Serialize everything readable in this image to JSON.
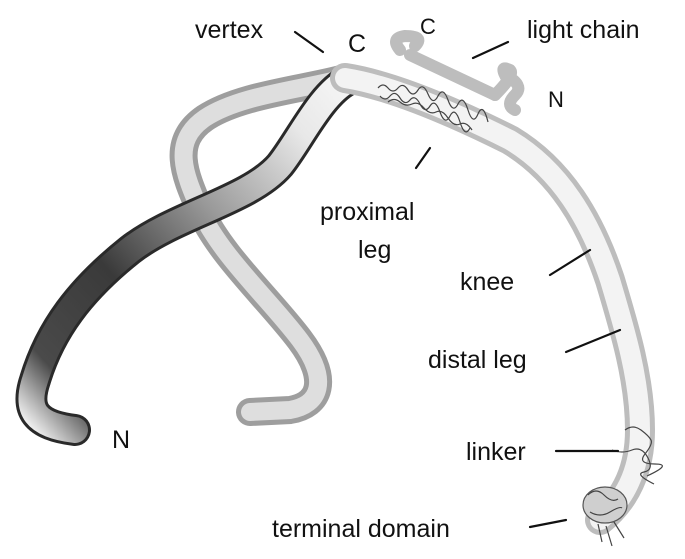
{
  "labels": {
    "vertex": "vertex",
    "c_heavy": "C",
    "c_light": "C",
    "light_chain": "light chain",
    "n_light": "N",
    "proximal_leg": "proximal",
    "proximal_leg_2": "leg",
    "knee": "knee",
    "distal_leg": "distal leg",
    "linker": "linker",
    "terminal_domain": "terminal domain",
    "n_heavy": "N"
  },
  "colors": {
    "text": "#111111",
    "tube_front_light": "#f2f2f2",
    "tube_front_dark": "#2e2e2e",
    "tube_back": "#d6d6d6",
    "light_chain": "#bdbdbd"
  }
}
